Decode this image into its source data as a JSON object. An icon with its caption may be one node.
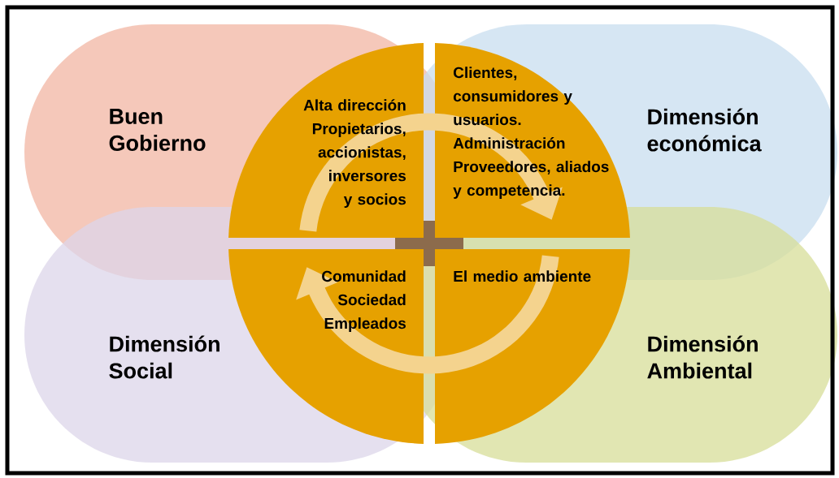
{
  "diagram": {
    "nodes": [
      {
        "text": [
          "Buen Gobierno"
        ]
      },
      {
        "text": [
          "Dimensión económica"
        ]
      },
      {
        "text": [
          "Dimensión Social"
        ]
      },
      {
        "text": [
          "Dimensión Ambiental"
        ]
      },
      {
        "text": [
          "Alta dirección",
          "Propietarios, accionistas, inversores y socios"
        ],
        "in": 0
      },
      {
        "text": [
          "Clientes, consumidores y usuarios.",
          "Administración",
          "Proveedores, aliados y competencia."
        ],
        "in": 1
      },
      {
        "text": [
          "Comunidad",
          "Sociedad",
          "Empleados"
        ],
        "in": 2
      },
      {
        "text": [
          "El medio ambiente"
        ],
        "in": 3
      }
    ],
    "edges": []
  }
}
